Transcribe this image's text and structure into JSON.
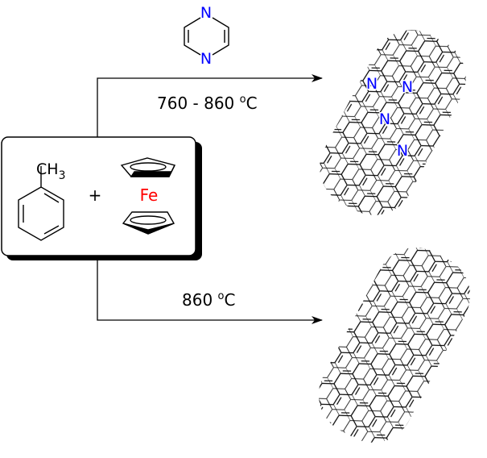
{
  "reagents": {
    "toluene_label": "CH",
    "toluene_subscript": "3",
    "plus": "+",
    "ferrocene_metal": "Fe"
  },
  "top_route": {
    "reagent_atoms": [
      "N",
      "N"
    ],
    "condition_value": "760 - 860 ",
    "condition_degree": "o",
    "condition_unit": "C",
    "product_atoms": [
      "N",
      "N",
      "N",
      "N"
    ]
  },
  "bottom_route": {
    "condition_value": "860 ",
    "condition_degree": "o",
    "condition_unit": "C"
  },
  "colors": {
    "nitrogen": "#0000ff",
    "iron": "#ff0000",
    "bond": "#000000"
  }
}
